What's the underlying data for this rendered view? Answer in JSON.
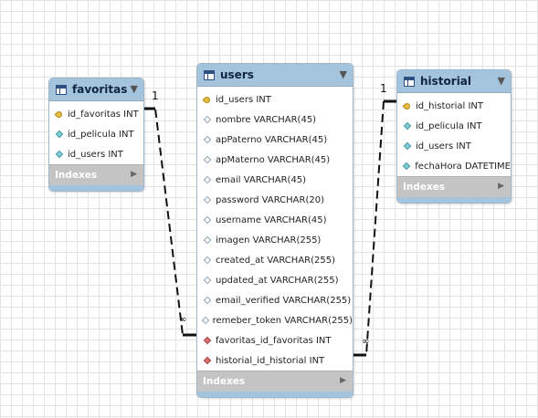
{
  "tables": {
    "favoritas": {
      "name": "favoritas",
      "columns": [
        {
          "label": "id_favoritas INT",
          "icon": "primary-key-icon"
        },
        {
          "label": "id_pelicula INT",
          "icon": "not-null-column-icon"
        },
        {
          "label": "id_users INT",
          "icon": "not-null-column-icon"
        }
      ],
      "indexes_label": "Indexes"
    },
    "users": {
      "name": "users",
      "columns": [
        {
          "label": "id_users INT",
          "icon": "primary-key-icon"
        },
        {
          "label": "nombre VARCHAR(45)",
          "icon": "column-icon"
        },
        {
          "label": "apPaterno VARCHAR(45)",
          "icon": "column-icon"
        },
        {
          "label": "apMaterno VARCHAR(45)",
          "icon": "column-icon"
        },
        {
          "label": "email VARCHAR(45)",
          "icon": "column-icon"
        },
        {
          "label": "password VARCHAR(20)",
          "icon": "column-icon"
        },
        {
          "label": "username VARCHAR(45)",
          "icon": "column-icon"
        },
        {
          "label": "imagen VARCHAR(255)",
          "icon": "column-icon"
        },
        {
          "label": "created_at VARCHAR(255)",
          "icon": "column-icon"
        },
        {
          "label": "updated_at VARCHAR(255)",
          "icon": "column-icon"
        },
        {
          "label": "email_verified VARCHAR(255)",
          "icon": "column-icon"
        },
        {
          "label": "remeber_token VARCHAR(255)",
          "icon": "column-icon"
        },
        {
          "label": "favoritas_id_favoritas INT",
          "icon": "foreign-key-icon"
        },
        {
          "label": "historial_id_historial INT",
          "icon": "foreign-key-icon"
        }
      ],
      "indexes_label": "Indexes"
    },
    "historial": {
      "name": "historial",
      "columns": [
        {
          "label": "id_historial INT",
          "icon": "primary-key-icon"
        },
        {
          "label": "id_pelicula INT",
          "icon": "not-null-column-icon"
        },
        {
          "label": "id_users INT",
          "icon": "not-null-column-icon"
        },
        {
          "label": "fechaHora DATETIME",
          "icon": "not-null-column-icon"
        }
      ],
      "indexes_label": "Indexes"
    }
  },
  "relationships": [
    {
      "from": "favoritas",
      "to": "users",
      "from_card": "1",
      "to_card": "∞"
    },
    {
      "from": "historial",
      "to": "users",
      "from_card": "1",
      "to_card": "∞"
    }
  ],
  "icons": {
    "menu": "▼",
    "expand": "▶"
  },
  "colors": {
    "header": "#a4c3dc",
    "indexes_bar": "#c4c4c4",
    "primary_key": "#e8bf3c",
    "foreign_key": "#d87070",
    "not_null": "#7fcfd6"
  }
}
